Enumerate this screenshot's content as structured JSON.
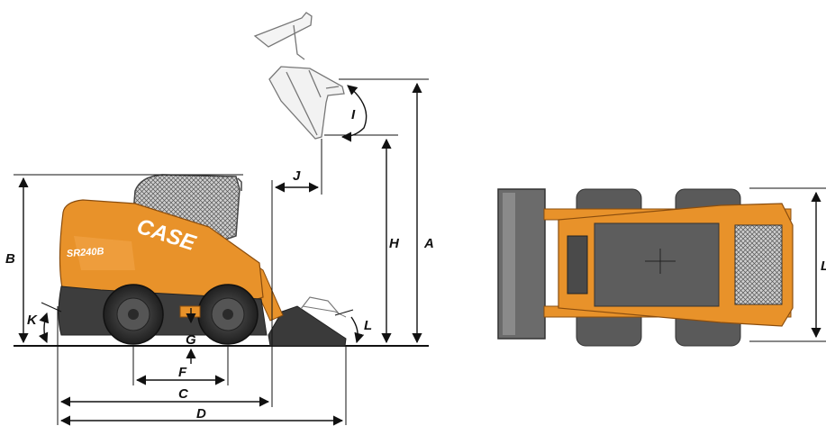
{
  "machine": {
    "brand": "CASE",
    "model": "SR240B"
  },
  "dimensions": {
    "A": "A",
    "B": "B",
    "C": "C",
    "D": "D",
    "F": "F",
    "G": "G",
    "H": "H",
    "I": "I",
    "J": "J",
    "K": "K",
    "L": "L",
    "L2": "L"
  },
  "colors": {
    "body_orange": "#e8922a",
    "dark_chassis": "#3d3d3d",
    "ground": "#111111"
  }
}
